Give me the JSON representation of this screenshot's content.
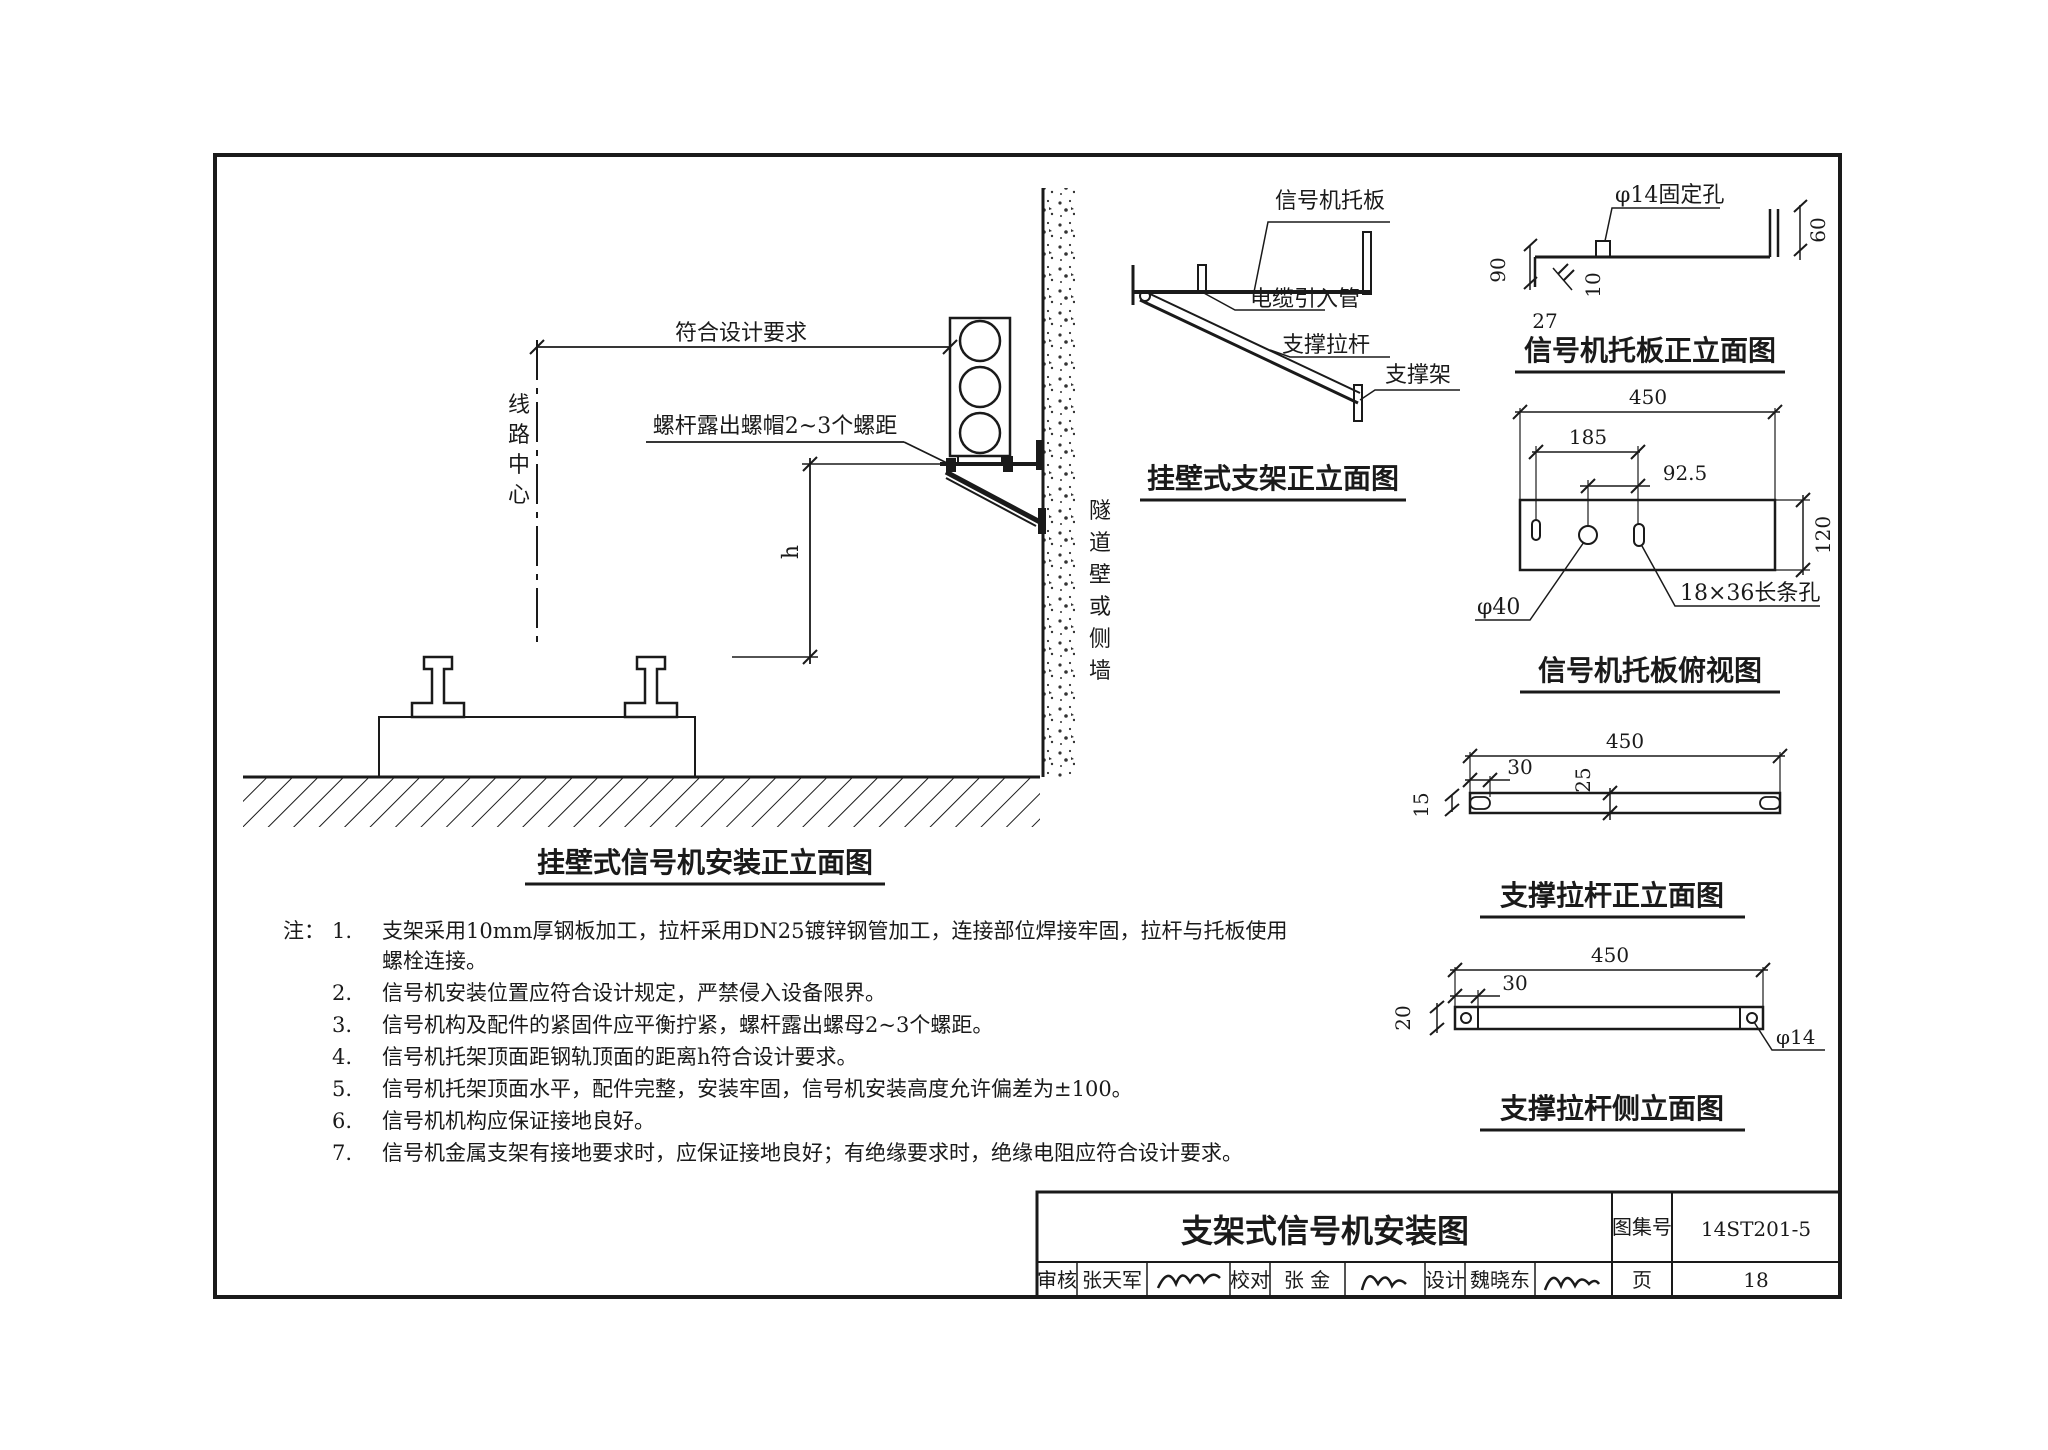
{
  "main_view": {
    "title": "挂壁式信号机安装正立面图",
    "design_req": "符合设计要求",
    "bolt_note": "螺杆露出螺帽2~3个螺距",
    "centerline": [
      "线",
      "路",
      "中",
      "心"
    ],
    "height_label": "h",
    "wall": [
      "隧",
      "道",
      "壁",
      "或",
      "侧",
      "墙"
    ]
  },
  "bracket_view": {
    "title": "挂壁式支架正立面图",
    "tray": "信号机托板",
    "cable_pipe": "电缆引入管",
    "brace_rod": "支撑拉杆",
    "support": "支撑架"
  },
  "tray_elev": {
    "title": "信号机托板正立面图",
    "hole": "φ14固定孔",
    "d90": "90",
    "d10": "10",
    "d27": "27",
    "d60": "60"
  },
  "tray_plan": {
    "title": "信号机托板俯视图",
    "d450": "450",
    "d185": "185",
    "d925": "92.5",
    "d120": "120",
    "phi40": "φ40",
    "slot": "18×36长条孔"
  },
  "rod_front": {
    "title": "支撑拉杆正立面图",
    "d450": "450",
    "d30": "30",
    "d25": "25",
    "d15": "15"
  },
  "rod_side": {
    "title": "支撑拉杆侧立面图",
    "d450": "450",
    "d30": "30",
    "d20": "20",
    "phi14": "φ14"
  },
  "notes": {
    "prefix": "注：",
    "items": [
      {
        "num": "1.",
        "lines": [
          "支架采用10mm厚钢板加工，拉杆采用DN25镀锌钢管加工，连接部位焊接牢固，拉杆与托板使用",
          "螺栓连接。"
        ]
      },
      {
        "num": "2.",
        "lines": [
          "信号机安装位置应符合设计规定，严禁侵入设备限界。"
        ]
      },
      {
        "num": "3.",
        "lines": [
          "信号机构及配件的紧固件应平衡拧紧，螺杆露出螺母2~3个螺距。"
        ]
      },
      {
        "num": "4.",
        "lines": [
          "信号机托架顶面距钢轨顶面的距离h符合设计要求。"
        ]
      },
      {
        "num": "5.",
        "lines": [
          "信号机托架顶面水平，配件完整，安装牢固，信号机安装高度允许偏差为±100。"
        ]
      },
      {
        "num": "6.",
        "lines": [
          "信号机机构应保证接地良好。"
        ]
      },
      {
        "num": "7.",
        "lines": [
          "信号机金属支架有接地要求时，应保证接地良好；有绝缘要求时，绝缘电阻应符合设计要求。"
        ]
      }
    ]
  },
  "title_block": {
    "drawing_title": "支架式信号机安装图",
    "atlas_label": "图集号",
    "atlas_no": "14ST201-5",
    "review_label": "审核",
    "reviewer": "张天军",
    "check_label": "校对",
    "checker": "张 金",
    "design_label": "设计",
    "designer": "魏晓东",
    "page_label": "页",
    "page_no": "18"
  }
}
